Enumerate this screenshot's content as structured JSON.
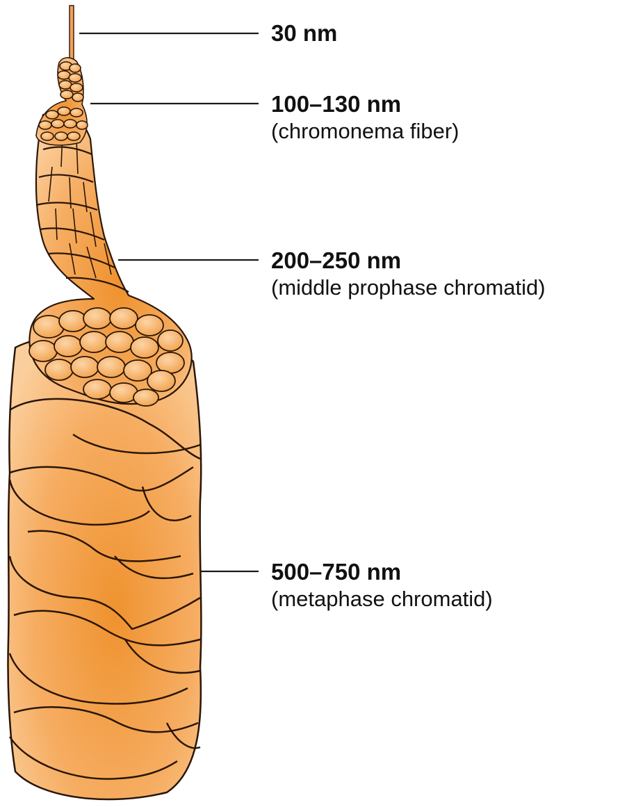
{
  "colors": {
    "fill_light": "#f9c48b",
    "fill_mid": "#f5a54f",
    "fill_dark": "#ee8f2a",
    "outline": "#2a1608",
    "leader_line": "#1a1a1a"
  },
  "labels": [
    {
      "id": "fiber-30",
      "size": "30 nm",
      "description": ""
    },
    {
      "id": "chromonema",
      "size": "100–130 nm",
      "description": "(chromonema fiber)"
    },
    {
      "id": "prophase",
      "size": "200–250 nm",
      "description": "(middle prophase chromatid)"
    },
    {
      "id": "metaphase",
      "size": "500–750 nm",
      "description": "(metaphase chromatid)"
    }
  ]
}
